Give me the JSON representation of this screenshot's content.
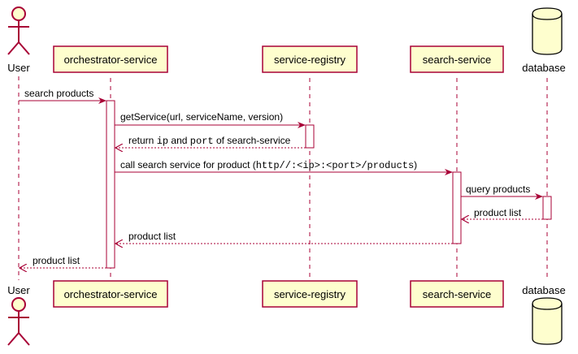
{
  "participants": {
    "user": "User",
    "orchestrator": "orchestrator-service",
    "registry": "service-registry",
    "search": "search-service",
    "database": "database"
  },
  "messages": {
    "m1": "search products",
    "m2": "getService(url, serviceName, version)",
    "m3": {
      "a": "return ",
      "b": "ip",
      "c": " and ",
      "d": "port",
      "e": " of search-service"
    },
    "m4": {
      "a": "call search service for product (",
      "b": "http//:<ip>:<port>/products",
      "c": ")"
    },
    "m5": "query products",
    "m6": "product list",
    "m7": "product list",
    "m8": "product list"
  },
  "colors": {
    "participant_fill": "#FEFECE",
    "participant_border": "#A80036",
    "arrow": "#A80036",
    "lifeline": "#A80036"
  }
}
